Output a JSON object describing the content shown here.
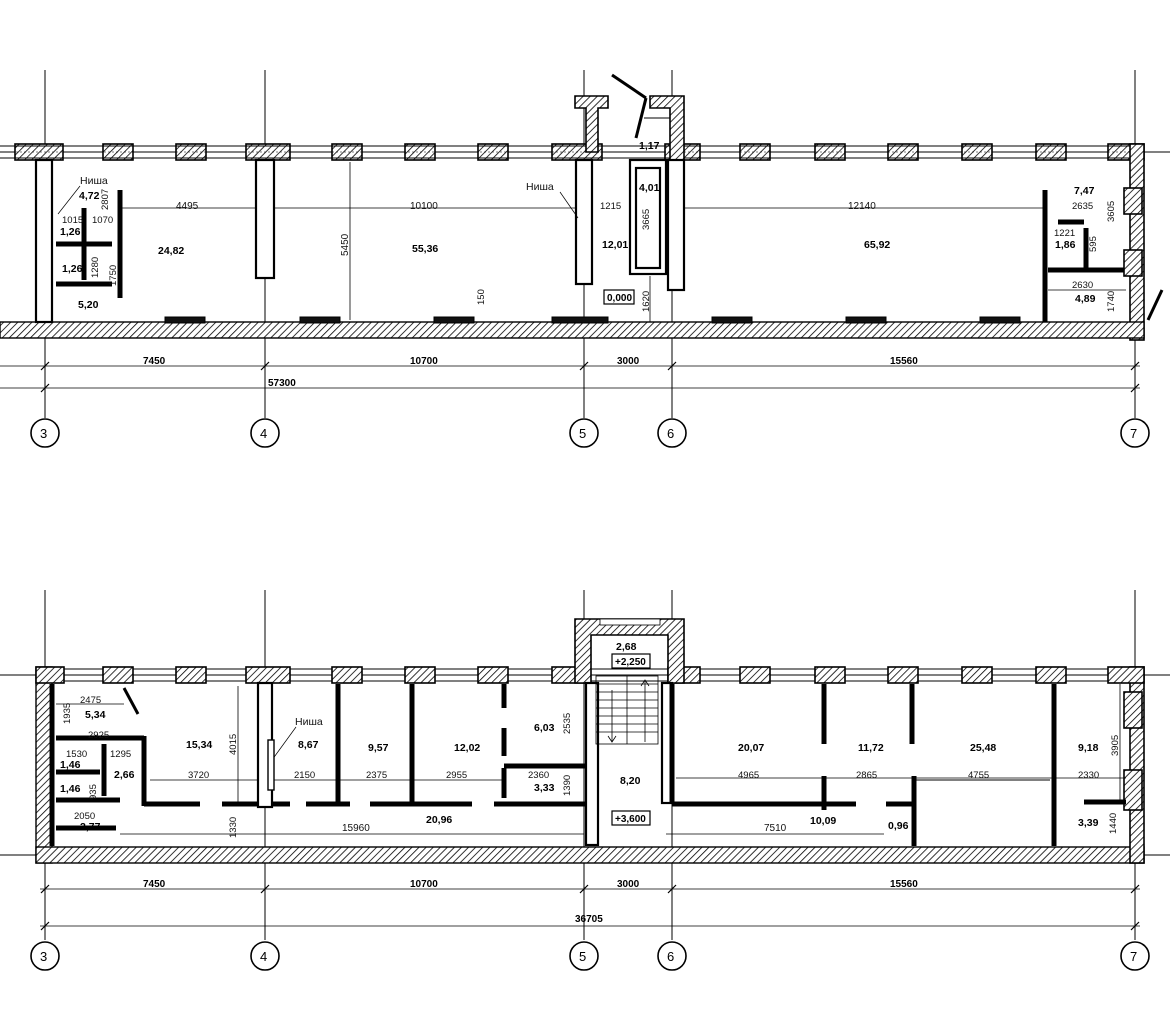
{
  "plans": [
    {
      "axes": [
        "3",
        "4",
        "5",
        "6",
        "7"
      ],
      "bay_dims": [
        "7450",
        "10700",
        "3000",
        "15560"
      ],
      "overall_dim": "57300",
      "rooms": [
        {
          "area": "4,72"
        },
        {
          "area": "1,26"
        },
        {
          "area": "1,26"
        },
        {
          "area": "5,20"
        },
        {
          "area": "24,82"
        },
        {
          "area": "55,36"
        },
        {
          "area": "1,17"
        },
        {
          "area": "4,01"
        },
        {
          "area": "12,01"
        },
        {
          "area": "65,92"
        },
        {
          "area": "7,47"
        },
        {
          "area": "1,86"
        },
        {
          "area": "4,89"
        }
      ],
      "inner_dims": [
        "2807",
        "1015",
        "1070",
        "1280",
        "1750",
        "4495",
        "10100",
        "5450",
        "150",
        "1215",
        "3665",
        "1620",
        "12140",
        "2635",
        "3605",
        "1221",
        "595",
        "2630",
        "1740"
      ],
      "niche_labels": [
        "Ниша",
        "Ниша"
      ],
      "level": "0,000"
    },
    {
      "axes": [
        "3",
        "4",
        "5",
        "6",
        "7"
      ],
      "bay_dims": [
        "7450",
        "10700",
        "3000",
        "15560"
      ],
      "overall_dim": "36705",
      "rooms": [
        {
          "area": "5,34"
        },
        {
          "area": "1,46"
        },
        {
          "area": "2,66"
        },
        {
          "area": "1,46"
        },
        {
          "area": "2,77"
        },
        {
          "area": "15,34"
        },
        {
          "area": "8,67"
        },
        {
          "area": "9,57"
        },
        {
          "area": "12,02"
        },
        {
          "area": "6,03"
        },
        {
          "area": "3,33"
        },
        {
          "area": "20,96"
        },
        {
          "area": "2,68"
        },
        {
          "area": "8,20"
        },
        {
          "area": "20,07"
        },
        {
          "area": "11,72"
        },
        {
          "area": "25,48"
        },
        {
          "area": "9,18"
        },
        {
          "area": "10,09"
        },
        {
          "area": "0,96"
        },
        {
          "area": "3,39"
        }
      ],
      "inner_dims": [
        "2475",
        "1935",
        "2925",
        "1530",
        "1295",
        "935",
        "2050",
        "3720",
        "4015",
        "1330",
        "2150",
        "2375",
        "2955",
        "2535",
        "2360",
        "1390",
        "15960",
        "4965",
        "2865",
        "4755",
        "2330",
        "3905",
        "7510",
        "1440"
      ],
      "niche_labels": [
        "Ниша"
      ],
      "levels": [
        "+2,250",
        "+3,600"
      ]
    }
  ]
}
